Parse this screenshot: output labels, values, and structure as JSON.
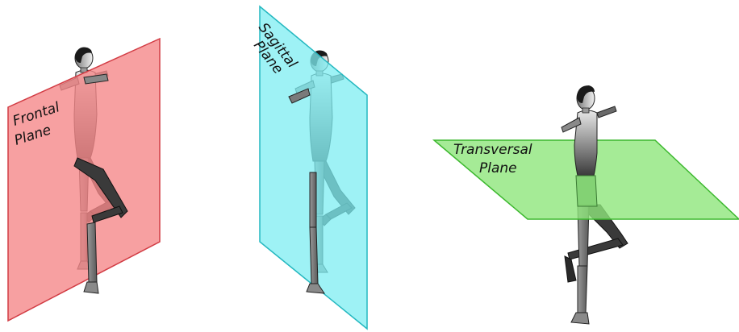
{
  "planes": {
    "frontal": {
      "line1": "Frontal",
      "line2": "Plane",
      "fill": "#f5888a",
      "stroke": "#d23c44"
    },
    "sagittal": {
      "line1": "Sagittal",
      "line2": "Plane",
      "fill": "#7eeef2",
      "stroke": "#25b8c0"
    },
    "transversal": {
      "line1": "Transversal",
      "line2": "Plane",
      "fill": "#8ee67c",
      "stroke": "#3cb82e"
    }
  }
}
